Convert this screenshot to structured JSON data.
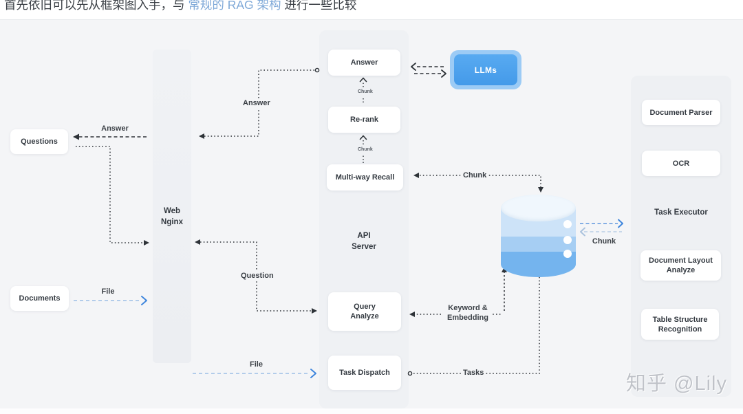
{
  "title": {
    "prefix": "首先依旧可以先从框架图入手，与 ",
    "link": "常规的 RAG 架构",
    "suffix": " 进行一些比较"
  },
  "nodes": {
    "questions": "Questions",
    "documents": "Documents",
    "web_nginx": [
      "Web",
      "Nginx"
    ],
    "api_server": [
      "API",
      "Server"
    ],
    "answer": "Answer",
    "rerank": "Re-rank",
    "multiway_recall": "Multi-way Recall",
    "query_analyze": [
      "Query",
      "Analyze"
    ],
    "task_dispatch": "Task Dispatch",
    "llms": "LLMs",
    "task_executor": "Task Executor",
    "document_parser": "Document Parser",
    "ocr": "OCR",
    "document_layout": [
      "Document Layout",
      "Analyze"
    ],
    "table_structure": [
      "Table Structure",
      "Recognition"
    ]
  },
  "edges": {
    "answer_return": "Answer",
    "answer_out": "Answer",
    "question": "Question",
    "file_in": "File",
    "file_forward": "File",
    "chunk_recall": "Chunk",
    "chunk_to_rerank": "Chunk",
    "chunk_to_answer": "Chunk",
    "keyword": [
      "Keyword &",
      "Embedding"
    ],
    "tasks": "Tasks",
    "chunk_store": "Chunk"
  },
  "watermark": {
    "text": "知乎 @Lily"
  },
  "colors": {
    "page_bg": "#f4f5f7",
    "panel_bg": "#eff1f4",
    "node_bg": "#ffffff",
    "text_dark": "#343a41",
    "title_link_blue": "#7fa9d8",
    "arrow_dark": "#2e3338",
    "arrow_blue": "#3f86dd",
    "arrow_light_blue": "#a9c6e8",
    "llms_fill": "#4aa0ec",
    "llms_glow": "#9ccbf5",
    "db_top": "#f0f7fd",
    "db_band_light": "#cde3f8",
    "db_band_mid": "#a6cef3",
    "db_band_dark": "#74b4ee",
    "watermark_gray": "#bfc2c8"
  }
}
